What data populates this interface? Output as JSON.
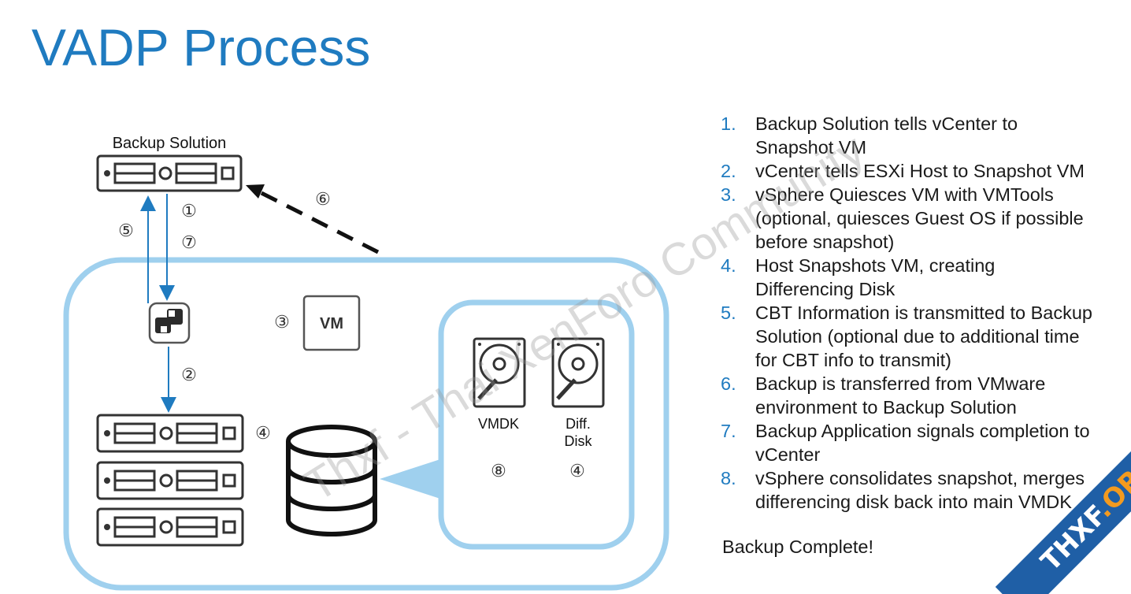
{
  "title": "VADP Process",
  "diagram": {
    "backup_solution_label": "Backup Solution",
    "vm_label": "VM",
    "vmdk_label": "VMDK",
    "diff_label_line1": "Diff.",
    "diff_label_line2": "Disk",
    "markers": {
      "m1": "①",
      "m2": "②",
      "m3": "③",
      "m4a": "④",
      "m4b": "④",
      "m5": "⑤",
      "m6": "⑥",
      "m7": "⑦",
      "m8": "⑧"
    },
    "accent_color": "#1f7bc0",
    "container_color": "#9fd0ee"
  },
  "steps": [
    {
      "num": "1.",
      "lines": [
        "Backup Solution tells vCenter to",
        "Snapshot VM"
      ]
    },
    {
      "num": "2.",
      "lines": [
        "vCenter tells ESXi Host to Snapshot VM"
      ]
    },
    {
      "num": "3.",
      "lines": [
        "vSphere Quiesces VM with VMTools",
        "(optional, quiesces Guest OS if possible",
        "before snapshot)"
      ]
    },
    {
      "num": "4.",
      "lines": [
        "Host Snapshots VM, creating",
        "Differencing Disk"
      ]
    },
    {
      "num": "5.",
      "lines": [
        "CBT Information is transmitted to Backup",
        "Solution (optional due to additional time",
        "for CBT info to transmit)"
      ]
    },
    {
      "num": "6.",
      "lines": [
        "Backup is transferred from VMware",
        "environment to Backup Solution"
      ]
    },
    {
      "num": "7.",
      "lines": [
        "Backup Application signals completion to",
        "vCenter"
      ]
    },
    {
      "num": "8.",
      "lines": [
        "vSphere consolidates snapshot, merges",
        "differencing disk back into main VMDK"
      ]
    }
  ],
  "complete_text": "Backup Complete!",
  "watermark_text": "Thxf - Thai XenForo Community",
  "banner": {
    "brand": "THXF",
    "suffix": ".ORG"
  }
}
